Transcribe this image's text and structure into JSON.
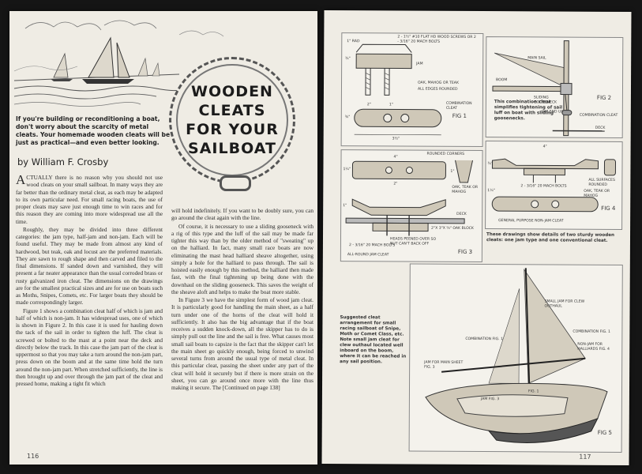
{
  "left_page": {
    "title_lines": [
      "WOODEN",
      "CLEATS",
      "FOR YOUR",
      "SAILBOAT"
    ],
    "intro": "If you're building or reconditioning a boat, don't worry about the scarcity of metal cleats. Your homemade wooden cleats will be just as practical—and even better looking.",
    "byline": "by William F. Crosby",
    "col1_paragraphs": [
      "CTUALLY there is no reason why you should not use wood cleats on your small sailboat. In many ways they are far better than the ordinary metal cleat, as each may be adapted to its own particular need. For small racing boats, the use of proper cleats may save just enough time to win races and for this reason they are coming into more widespread use all the time.",
      "Roughly, they may be divided into three different categories: the jam type, half-jam and non-jam. Each will be found useful. They may be made from almost any kind of hardwood, but teak, oak and locust are the preferred materials. They are sawn to rough shape and then carved and filed to the final dimensions. If sanded down and varnished, they will present a far neater appearance than the usual corroded brass or rusty galvanized iron cleat. The dimensions on the drawings are for the smallest practical sizes and are for use on boats such as Moths, Snipes, Comets, etc. For larger boats they should be made correspondingly larger.",
      "Figure 1 shows a combination cleat half of which is jam and half of which is non-jam. It has widespread uses, one of which is shown in Figure 2. In this case it is used for hauling down the tack of the sail in order to tighten the luff. The cleat is screwed or bolted to the mast at a point near the deck and directly below the track. In this case the jam part of the cleat is uppermost so that you may take a turn around the non-jam part, press down on the boom and at the same time hold the turn around the non-jam part. When stretched sufficiently, the line is then brought up and over through the jam part of the cleat and pressed home, making a tight fit which"
    ],
    "dropcap": "A",
    "col2_paragraphs": [
      "will hold indefinitely. If you want to be doubly sure, you can go around the cleat again with the line.",
      "Of course, it is necessary to use a sliding gooseneck with a rig of this type and the luff of the sail may be made far tighter this way than by the older method of \"sweating\" up on the halliard. In fact, many small race boats are now eliminating the mast head halliard sheave altogether, using simply a hole for the halliard to pass through. The sail is hoisted easily enough by this method, the halliard then made fast, with the final tightening up being done with the downhaul on the sliding gooseneck. This saves the weight of the sheave aloft and helps to make the boat more stable.",
      "In Figure 3 we have the simplest form of wood jam cleat. It is particularly good for handling the main sheet, as a half turn under one of the horns of the cleat will hold it sufficiently. It also has the big advantage that if the boat receives a sudden knock-down, all the skipper has to do is simply pull out the line and the sail is free. What causes most small sail boats to capsize is the fact that the skipper can't let the main sheet go quickly enough, being forced to unwind several turns from around the usual type of metal cleat. In this particular cleat, passing the sheet under any part of the cleat will hold it securely but if there is more strain on the sheet, you can go around once more with the line thus making it secure. The [Continued on page 138]"
    ],
    "folio": "116"
  },
  "right_page": {
    "fig1": {
      "label": "FIG 1",
      "notes": [
        "1\" RAD",
        "2 - 1½\" #10 FLAT HD WOOD SCREWS OR 2 - 3/16\" 20 MACH BOLTS",
        "JAM",
        "OAK, MAHOG OR TEAK",
        "ALL EDGES ROUNDED",
        "COMBINATION CLEAT"
      ],
      "dims": [
        "3½\"",
        "¾\"",
        "⅜\"",
        "1\"",
        "2\""
      ]
    },
    "fig2": {
      "label": "FIG 2",
      "notes": [
        "MAIN SAIL",
        "BOOM",
        "SLIDING GOOSENECK",
        "JAM END UP",
        "COMBINATION CLEAT",
        "DECK"
      ],
      "caption": "This combination cleat simplifies tightening of sail luff on boat with sliding goosenecks."
    },
    "fig3": {
      "label": "FIG 3",
      "notes": [
        "ROUNDED CORNERS",
        "OAK, TEAK OR MAHOG",
        "DECK",
        "2\"x 3\"x ⅝\" OAK BLOCK",
        "HEADS PEENED OVER SO NUT CAN'T BACK OFF",
        "2 - 3/16\" 20 MACH BOLTS",
        "ALL-ROUND JAM CLEAT"
      ],
      "dims": [
        "4\"",
        "1¼\"",
        "2\"",
        "1\"",
        "1\""
      ]
    },
    "fig4": {
      "label": "FIG 4",
      "notes": [
        "2 - 3/16\" 20 MACH BOLTS",
        "ALL SURFACES ROUNDED",
        "OAK, TEAK OR MAHOG",
        "GENERAL PURPOSE NON-JAM CLEAT"
      ],
      "dims": [
        "4\"",
        "1¼\"",
        "¾\""
      ],
      "caption": "These drawings show details of two sturdy wooden cleats: one jam type and one conventional cleat."
    },
    "fig5": {
      "label": "FIG 5",
      "notes": [
        "SMALL JAM FOR CLEW OUTHAUL",
        "COMBINATION FIG. 1",
        "JAM FOR MAIN SHEET FIG. 3",
        "COMBINATION FIG. 1",
        "NON-JAM FOR HALLIARDS FIG. 4",
        "JAM FIG. 3",
        "FIG. 1"
      ],
      "caption": "Suggested cleat arrangement for small racing sailboat of Snipe, Moth or Comet Class, etc. Note small jam cleat for clew outhaul located well inboard on the boom, where it can be reached in any sail position."
    },
    "folio": "117"
  }
}
